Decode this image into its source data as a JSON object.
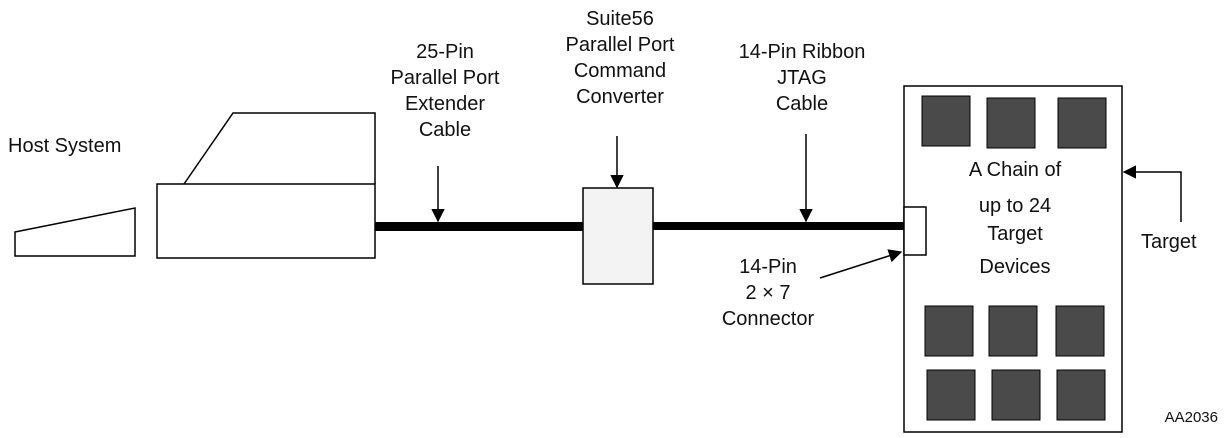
{
  "labels": {
    "host_system": "Host System",
    "extender_cable": [
      "25-Pin",
      "Parallel Port",
      "Extender",
      "Cable"
    ],
    "converter": [
      "Suite56",
      "Parallel Port",
      "Command",
      "Converter"
    ],
    "jtag_cable": [
      "14-Pin Ribbon",
      "JTAG",
      "Cable"
    ],
    "chain": [
      "A Chain of",
      "up to 24",
      "Target",
      "Devices"
    ],
    "connector": [
      "14-Pin",
      "2 × 7",
      "Connector"
    ],
    "target": "Target",
    "figure_id": "AA2036"
  },
  "colors": {
    "line": "#000000",
    "chip": "#4a4a4a",
    "converter_fill": "#f3f3f3",
    "background": "#ffffff"
  },
  "target_board": {
    "top_chip_count": 3,
    "bottom_chip_count": 6
  }
}
